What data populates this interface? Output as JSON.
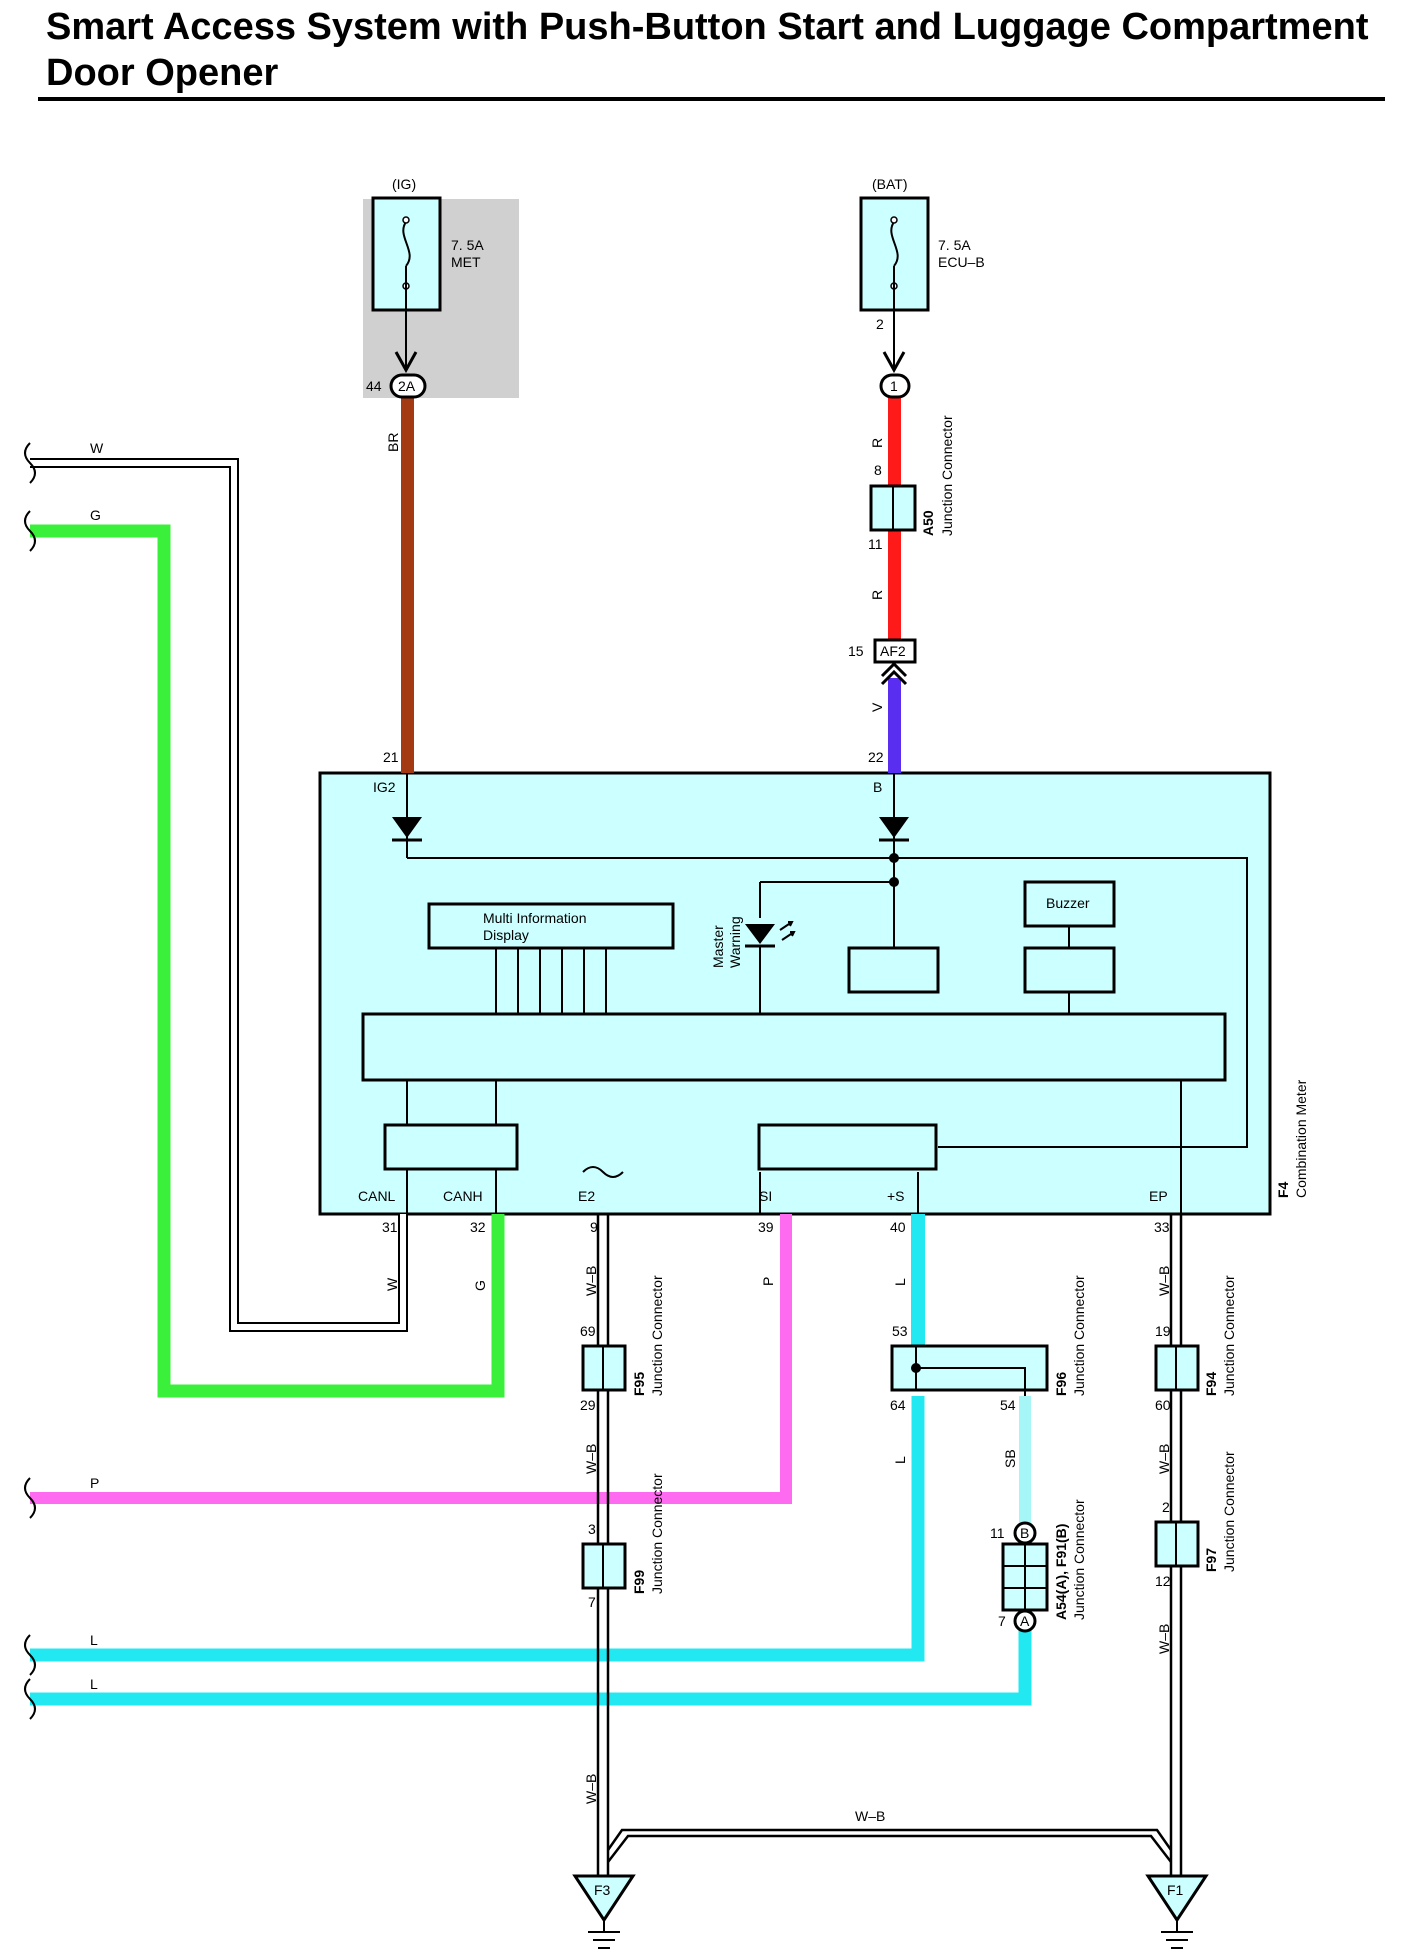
{
  "title": "Smart Access System with Push-Button Start and Luggage Compartment Door Opener",
  "colors": {
    "BR": "#a33a13",
    "R": "#ff1a1a",
    "V": "#5a2ef0",
    "G": "#3af03a",
    "P": "#ff6bf0",
    "L": "#22e8f2",
    "SB": "#a6f5f7",
    "W": "#ffffff",
    "W-B": "#000000",
    "box": "#ccffff",
    "shade": "#d0d0d0"
  },
  "fuses": [
    {
      "source": "(IG)",
      "rating": "7. 5A",
      "name": "MET"
    },
    {
      "source": "(BAT)",
      "rating": "7. 5A",
      "name": "ECU–B"
    }
  ],
  "connectors": {
    "ig_pin": "44",
    "ig_code": "2A",
    "bat_fuse_pin": "2",
    "bat_pin": "1",
    "a50_in": "8",
    "a50_out": "11",
    "a50_code": "A50",
    "jc": "Junction Connector",
    "af2_pin": "15",
    "af2_code": "AF2",
    "f95_in": "69",
    "f95_out": "29",
    "f95_code": "F95",
    "f99_in": "3",
    "f99_out": "7",
    "f99_code": "F99",
    "f96_in": "53",
    "f96_out1": "64",
    "f96_out2": "54",
    "f96_code": "F96",
    "a54_top": "11",
    "a54_bot": "7",
    "a54_b": "B",
    "a54_a": "A",
    "a54_code": "A54(A), F91(B)",
    "f94_in": "19",
    "f94_out": "60",
    "f94_code": "F94",
    "f97_in": "2",
    "f97_out": "12",
    "f97_code": "F97"
  },
  "meter": {
    "code": "F4",
    "name": "Combination Meter",
    "pins": {
      "ig2": {
        "num": "21",
        "label": "IG2"
      },
      "b": {
        "num": "22",
        "label": "B"
      },
      "canl": {
        "num": "31",
        "label": "CANL"
      },
      "canh": {
        "num": "32",
        "label": "CANH"
      },
      "e2": {
        "num": "9",
        "label": "E2"
      },
      "si": {
        "num": "39",
        "label": "SI"
      },
      "s": {
        "num": "40",
        "label": "+S"
      },
      "ep": {
        "num": "33",
        "label": "EP"
      }
    },
    "mid_line1": "Multi Information",
    "mid_line2": "Display",
    "warn_line1": "Master",
    "warn_line2": "Warning",
    "buzzer": "Buzzer"
  },
  "wires": {
    "br": "BR",
    "r1": "R",
    "r2": "R",
    "v": "V",
    "w_left": "W",
    "g_left": "G",
    "p_left": "P",
    "l_left1": "L",
    "l_left2": "L",
    "w_bot": "W",
    "g_bot": "G",
    "wb1": "W–B",
    "wb2": "W–B",
    "wb3": "W–B",
    "p_bot": "P",
    "l_bot1": "L",
    "l_bot2": "L",
    "sb": "SB",
    "wb_ep1": "W–B",
    "wb_ep2": "W–B",
    "wb_ep3": "W–B",
    "wb_bottom": "W–B"
  },
  "grounds": {
    "left": "F3",
    "right": "F1"
  }
}
